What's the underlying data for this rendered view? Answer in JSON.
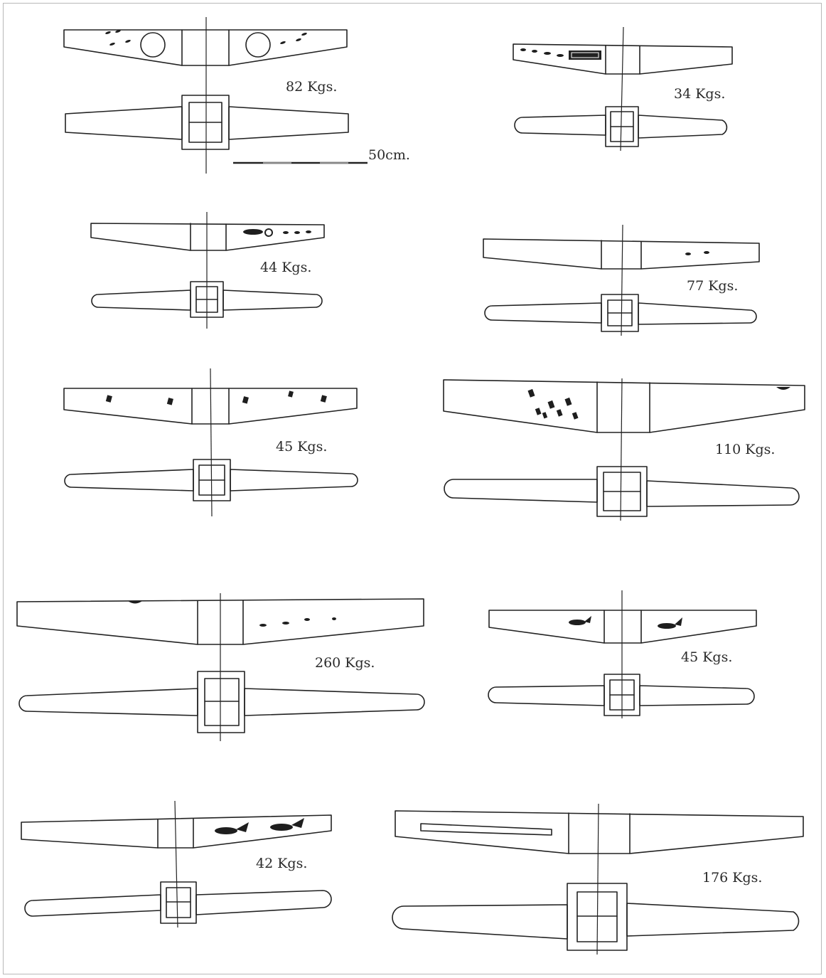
{
  "scale_label": "50cm.",
  "anchors": [
    {
      "id": "anchor-82",
      "weight_label": "82 Kgs."
    },
    {
      "id": "anchor-34",
      "weight_label": "34 Kgs."
    },
    {
      "id": "anchor-44",
      "weight_label": "44 Kgs."
    },
    {
      "id": "anchor-77",
      "weight_label": "77 Kgs."
    },
    {
      "id": "anchor-45a",
      "weight_label": "45 Kgs."
    },
    {
      "id": "anchor-110",
      "weight_label": "110 Kgs."
    },
    {
      "id": "anchor-260",
      "weight_label": "260 Kgs."
    },
    {
      "id": "anchor-45b",
      "weight_label": "45 Kgs."
    },
    {
      "id": "anchor-42",
      "weight_label": "42 Kgs."
    },
    {
      "id": "anchor-176",
      "weight_label": "176 Kgs."
    }
  ]
}
